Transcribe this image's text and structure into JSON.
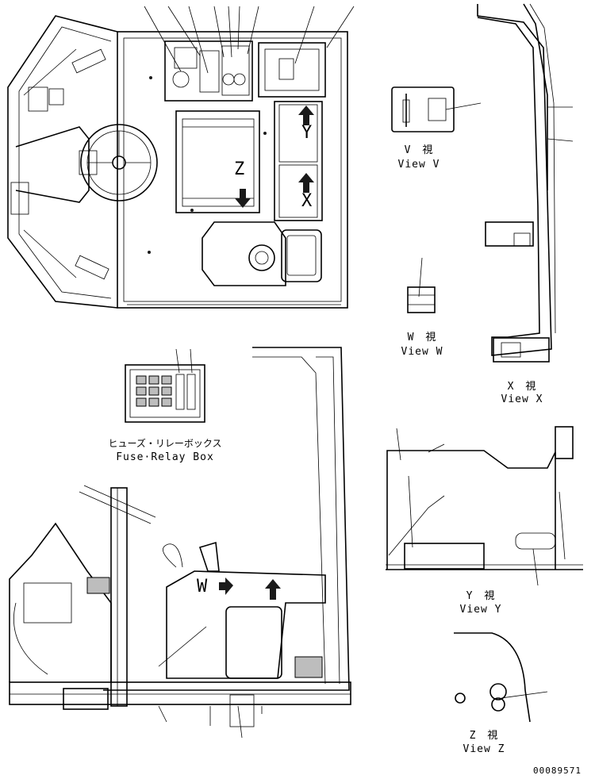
{
  "labels": {
    "view_v_jp": "V　視",
    "view_v_en": "View V",
    "view_w_jp": "W　視",
    "view_w_en": "View W",
    "view_x_jp": "X　視",
    "view_x_en": "View X",
    "view_y_jp": "Y　視",
    "view_y_en": "View Y",
    "view_z_jp": "Z　視",
    "view_z_en": "View Z",
    "fuse_box_jp": "ヒューズ・リレーボックス",
    "fuse_box_en": "Fuse·Relay Box",
    "marker_z": "Z",
    "marker_y": "Y",
    "marker_x": "X",
    "marker_w": "W",
    "drawing_number": "00089571"
  }
}
